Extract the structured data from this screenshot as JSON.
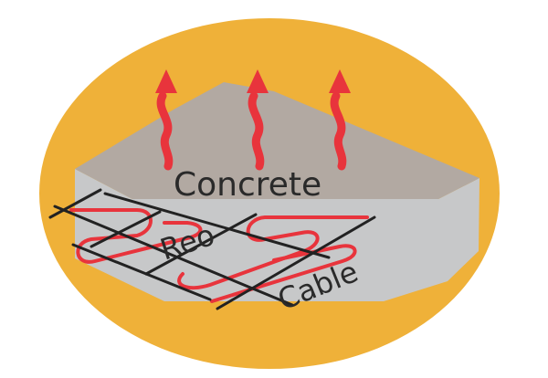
{
  "labels": {
    "concrete": "Concrete",
    "reo": "Reo",
    "cable": "Cable"
  },
  "colors": {
    "background_ellipse": "#efb139",
    "slab_top": "#b2a9a2",
    "slab_side": "#c7c8c9",
    "heat_arrow": "#e8343c",
    "cable": "#e8343c",
    "reo_bar": "#222222",
    "text": "#2a2a2a"
  },
  "icons": {
    "heat_arrows": "wavy-up-arrow-icon"
  }
}
